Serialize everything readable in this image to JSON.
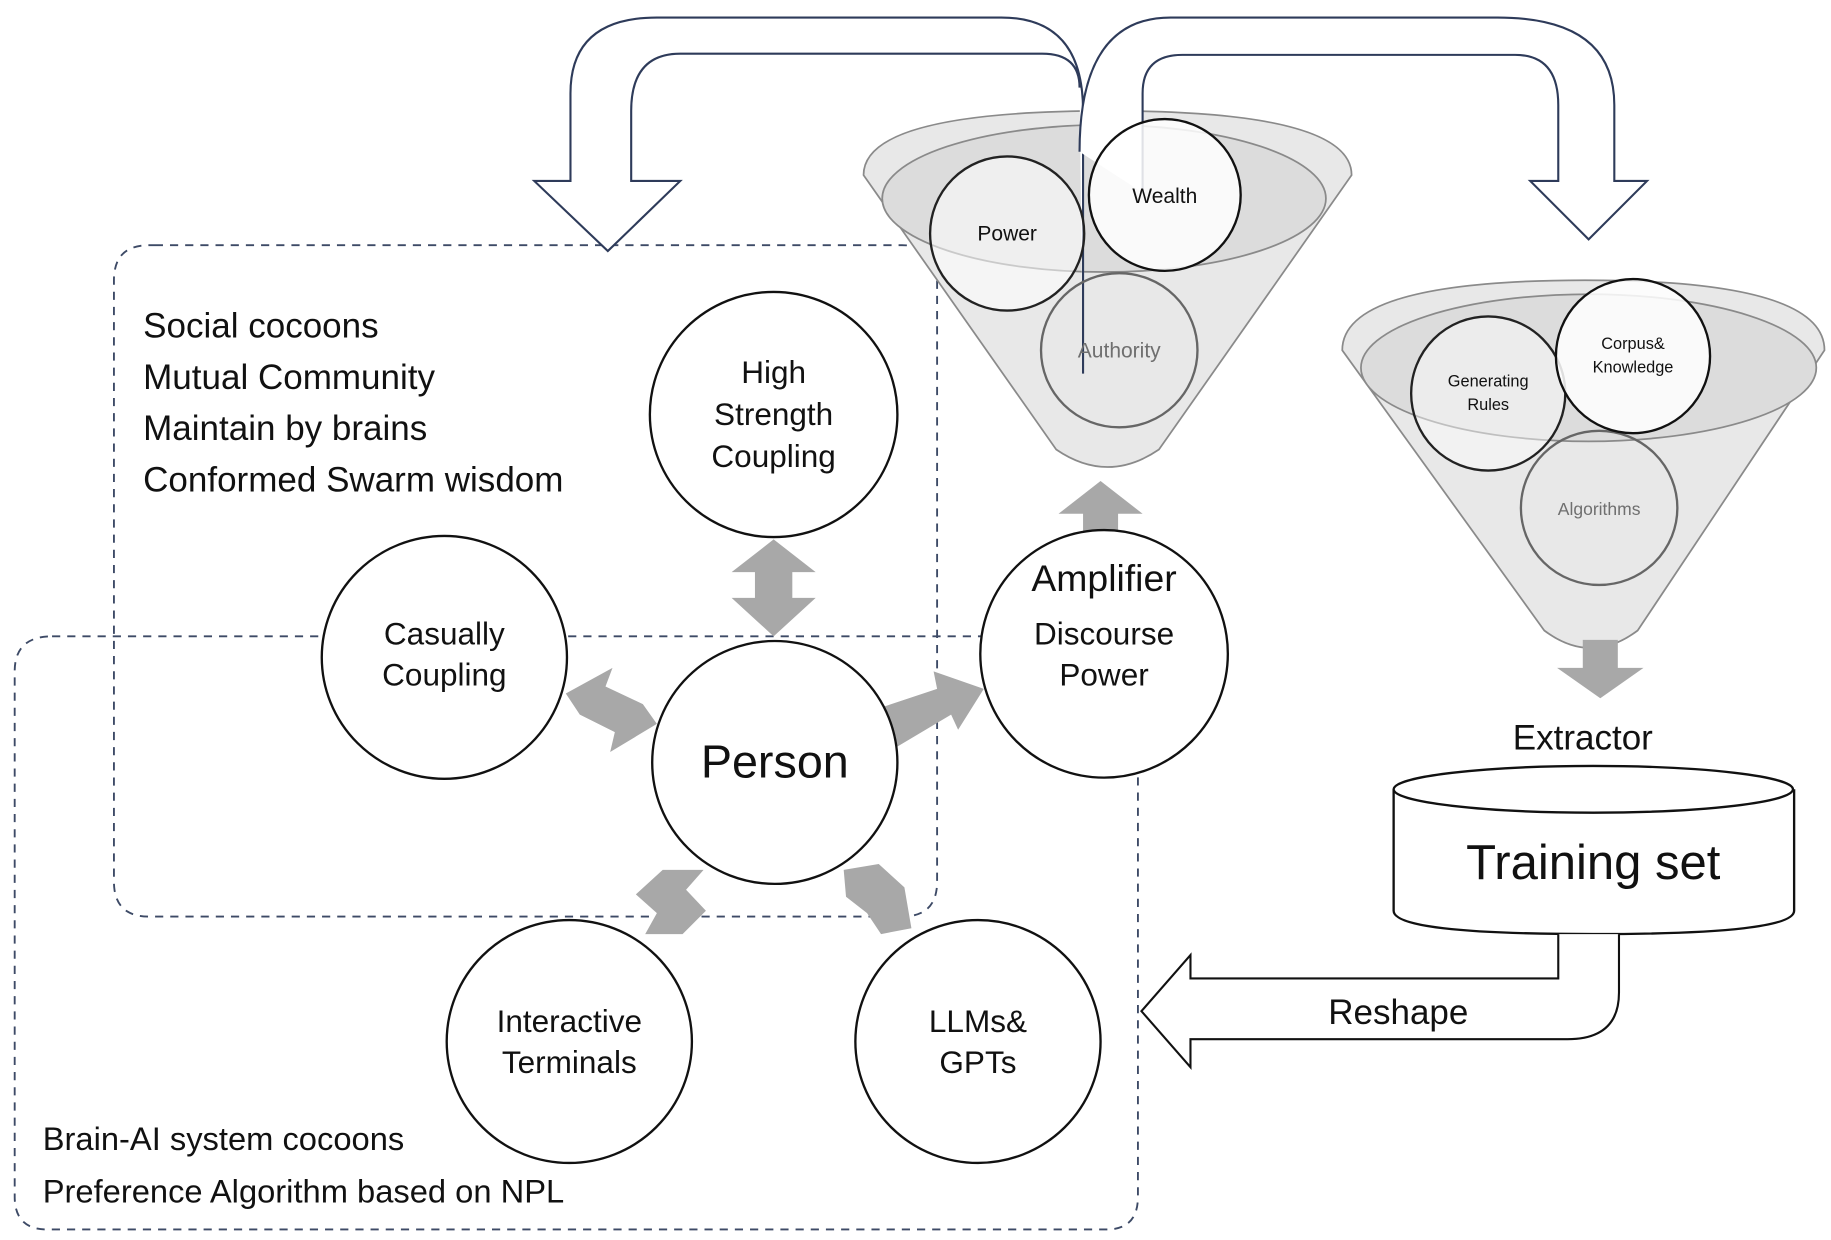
{
  "social_cocoon": {
    "lines": [
      "Social cocoons",
      "Mutual Community",
      "Maintain by brains",
      "Conformed Swarm wisdom"
    ]
  },
  "brain_ai_cocoon": {
    "lines": [
      "Brain-AI system cocoons",
      "Preference Algorithm based on NPL"
    ]
  },
  "nodes": {
    "high_strength": [
      "High",
      "Strength",
      "Coupling"
    ],
    "casually": [
      "Casually",
      "Coupling"
    ],
    "person": "Person",
    "amplifier": "Amplifier",
    "discourse": [
      "Discourse",
      "Power"
    ],
    "interactive": [
      "Interactive",
      "Terminals"
    ],
    "llms": [
      "LLMs&",
      "GPTs"
    ]
  },
  "power_funnel": {
    "power": "Power",
    "wealth": "Wealth",
    "authority": "Authority"
  },
  "rules_funnel": {
    "generating": [
      "Generating",
      "Rules"
    ],
    "corpus": [
      "Corpus&",
      "Knowledge"
    ],
    "algorithms": "Algorithms"
  },
  "extractor": "Extractor",
  "training_set": "Training set",
  "reshape": "Reshape"
}
